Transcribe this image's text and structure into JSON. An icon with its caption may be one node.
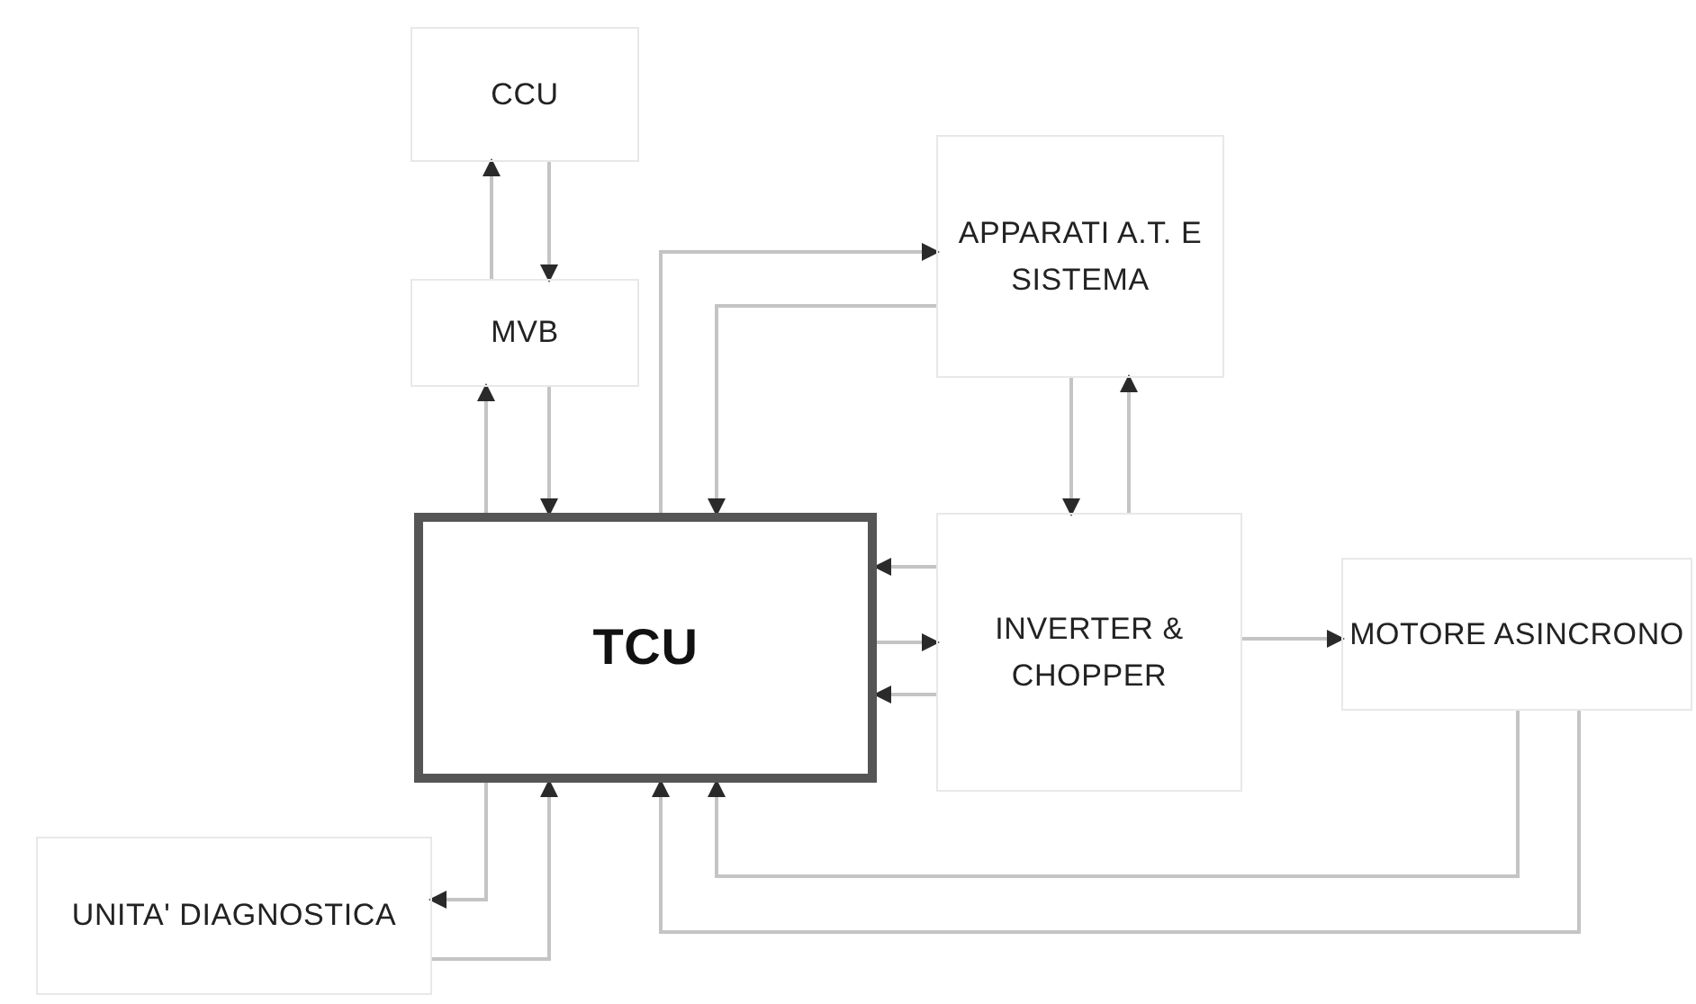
{
  "diagram": {
    "nodes": [
      {
        "text": [
          "CCU"
        ]
      },
      {
        "text": [
          "MVB"
        ]
      },
      {
        "text": [
          "APPARATI A.T. E SISTEMA"
        ]
      },
      {
        "text": [
          "TCU"
        ]
      },
      {
        "text": [
          "INVERTER & CHOPPER"
        ]
      },
      {
        "text": [
          "MOTORE ASINCRONO"
        ]
      },
      {
        "text": [
          "UNITA' DIAGNOSTICA"
        ]
      }
    ],
    "edges": [
      {
        "from": 1,
        "to": 0,
        "arrow": "to"
      },
      {
        "from": 0,
        "to": 1,
        "arrow": "to"
      },
      {
        "from": 3,
        "to": 1,
        "arrow": "to"
      },
      {
        "from": 1,
        "to": 3,
        "arrow": "to"
      },
      {
        "from": 3,
        "to": 2,
        "arrow": "to"
      },
      {
        "from": 2,
        "to": 3,
        "arrow": "to"
      },
      {
        "from": 2,
        "to": 4,
        "arrow": "to"
      },
      {
        "from": 4,
        "to": 2,
        "arrow": "to"
      },
      {
        "from": 4,
        "to": 3,
        "arrow": "to"
      },
      {
        "from": 3,
        "to": 4,
        "arrow": "to"
      },
      {
        "from": 4,
        "to": 3,
        "arrow": "to"
      },
      {
        "from": 4,
        "to": 5,
        "arrow": "to"
      },
      {
        "from": 5,
        "to": 3,
        "arrow": "to"
      },
      {
        "from": 5,
        "to": 3,
        "arrow": "to"
      },
      {
        "from": 6,
        "to": 3,
        "arrow": "to"
      },
      {
        "from": 3,
        "to": 6,
        "arrow": "to"
      }
    ]
  }
}
